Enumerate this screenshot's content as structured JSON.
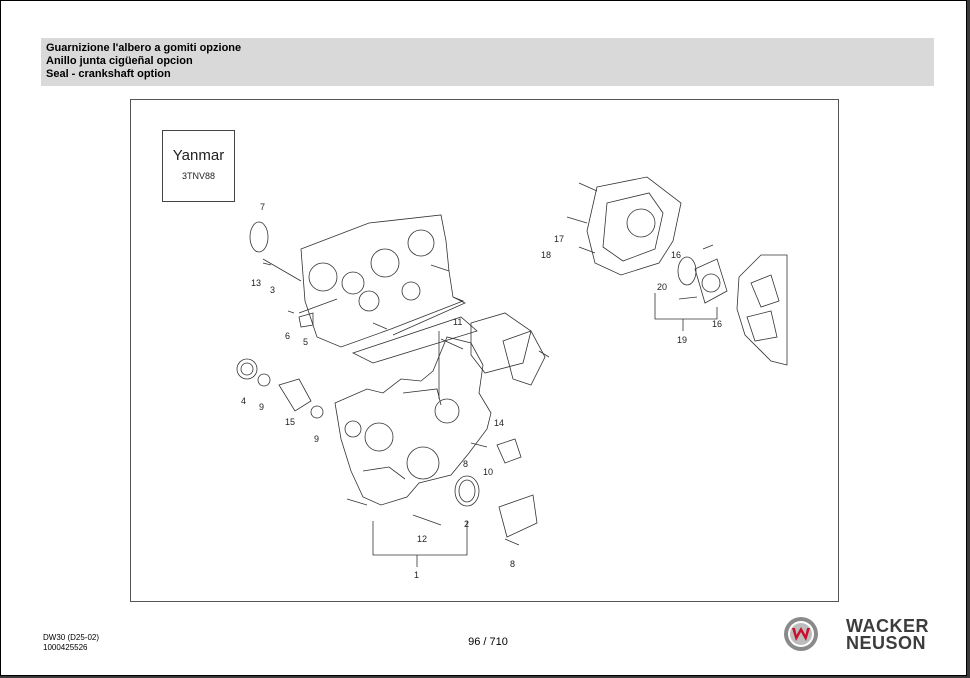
{
  "header": {
    "title_it": "Guarnizione l'albero a gomiti opzione",
    "title_es": "Anillo junta cigüeñal opcion",
    "title_en": "Seal - crankshaft option"
  },
  "engine": {
    "brand": "Yanmar",
    "model": "3TNV88"
  },
  "callouts": [
    "7",
    "13",
    "3",
    "6",
    "5",
    "4",
    "9",
    "15",
    "9",
    "11",
    "14",
    "8",
    "10",
    "2",
    "12",
    "1",
    "8",
    "17",
    "18",
    "16",
    "20",
    "16",
    "19"
  ],
  "footer": {
    "doc_code": "DW30 (D25-02)",
    "doc_number": "1000425526",
    "page": "96 / 710",
    "brand_line1": "WACKER",
    "brand_line2": "NEUSON"
  },
  "colors": {
    "header_bg": "#d9d9d9",
    "logo_gray": "#3c3c3c",
    "logo_red": "#c8102e"
  },
  "icons": {
    "brand_logo": "wacker-neuson-w-logo-icon"
  }
}
